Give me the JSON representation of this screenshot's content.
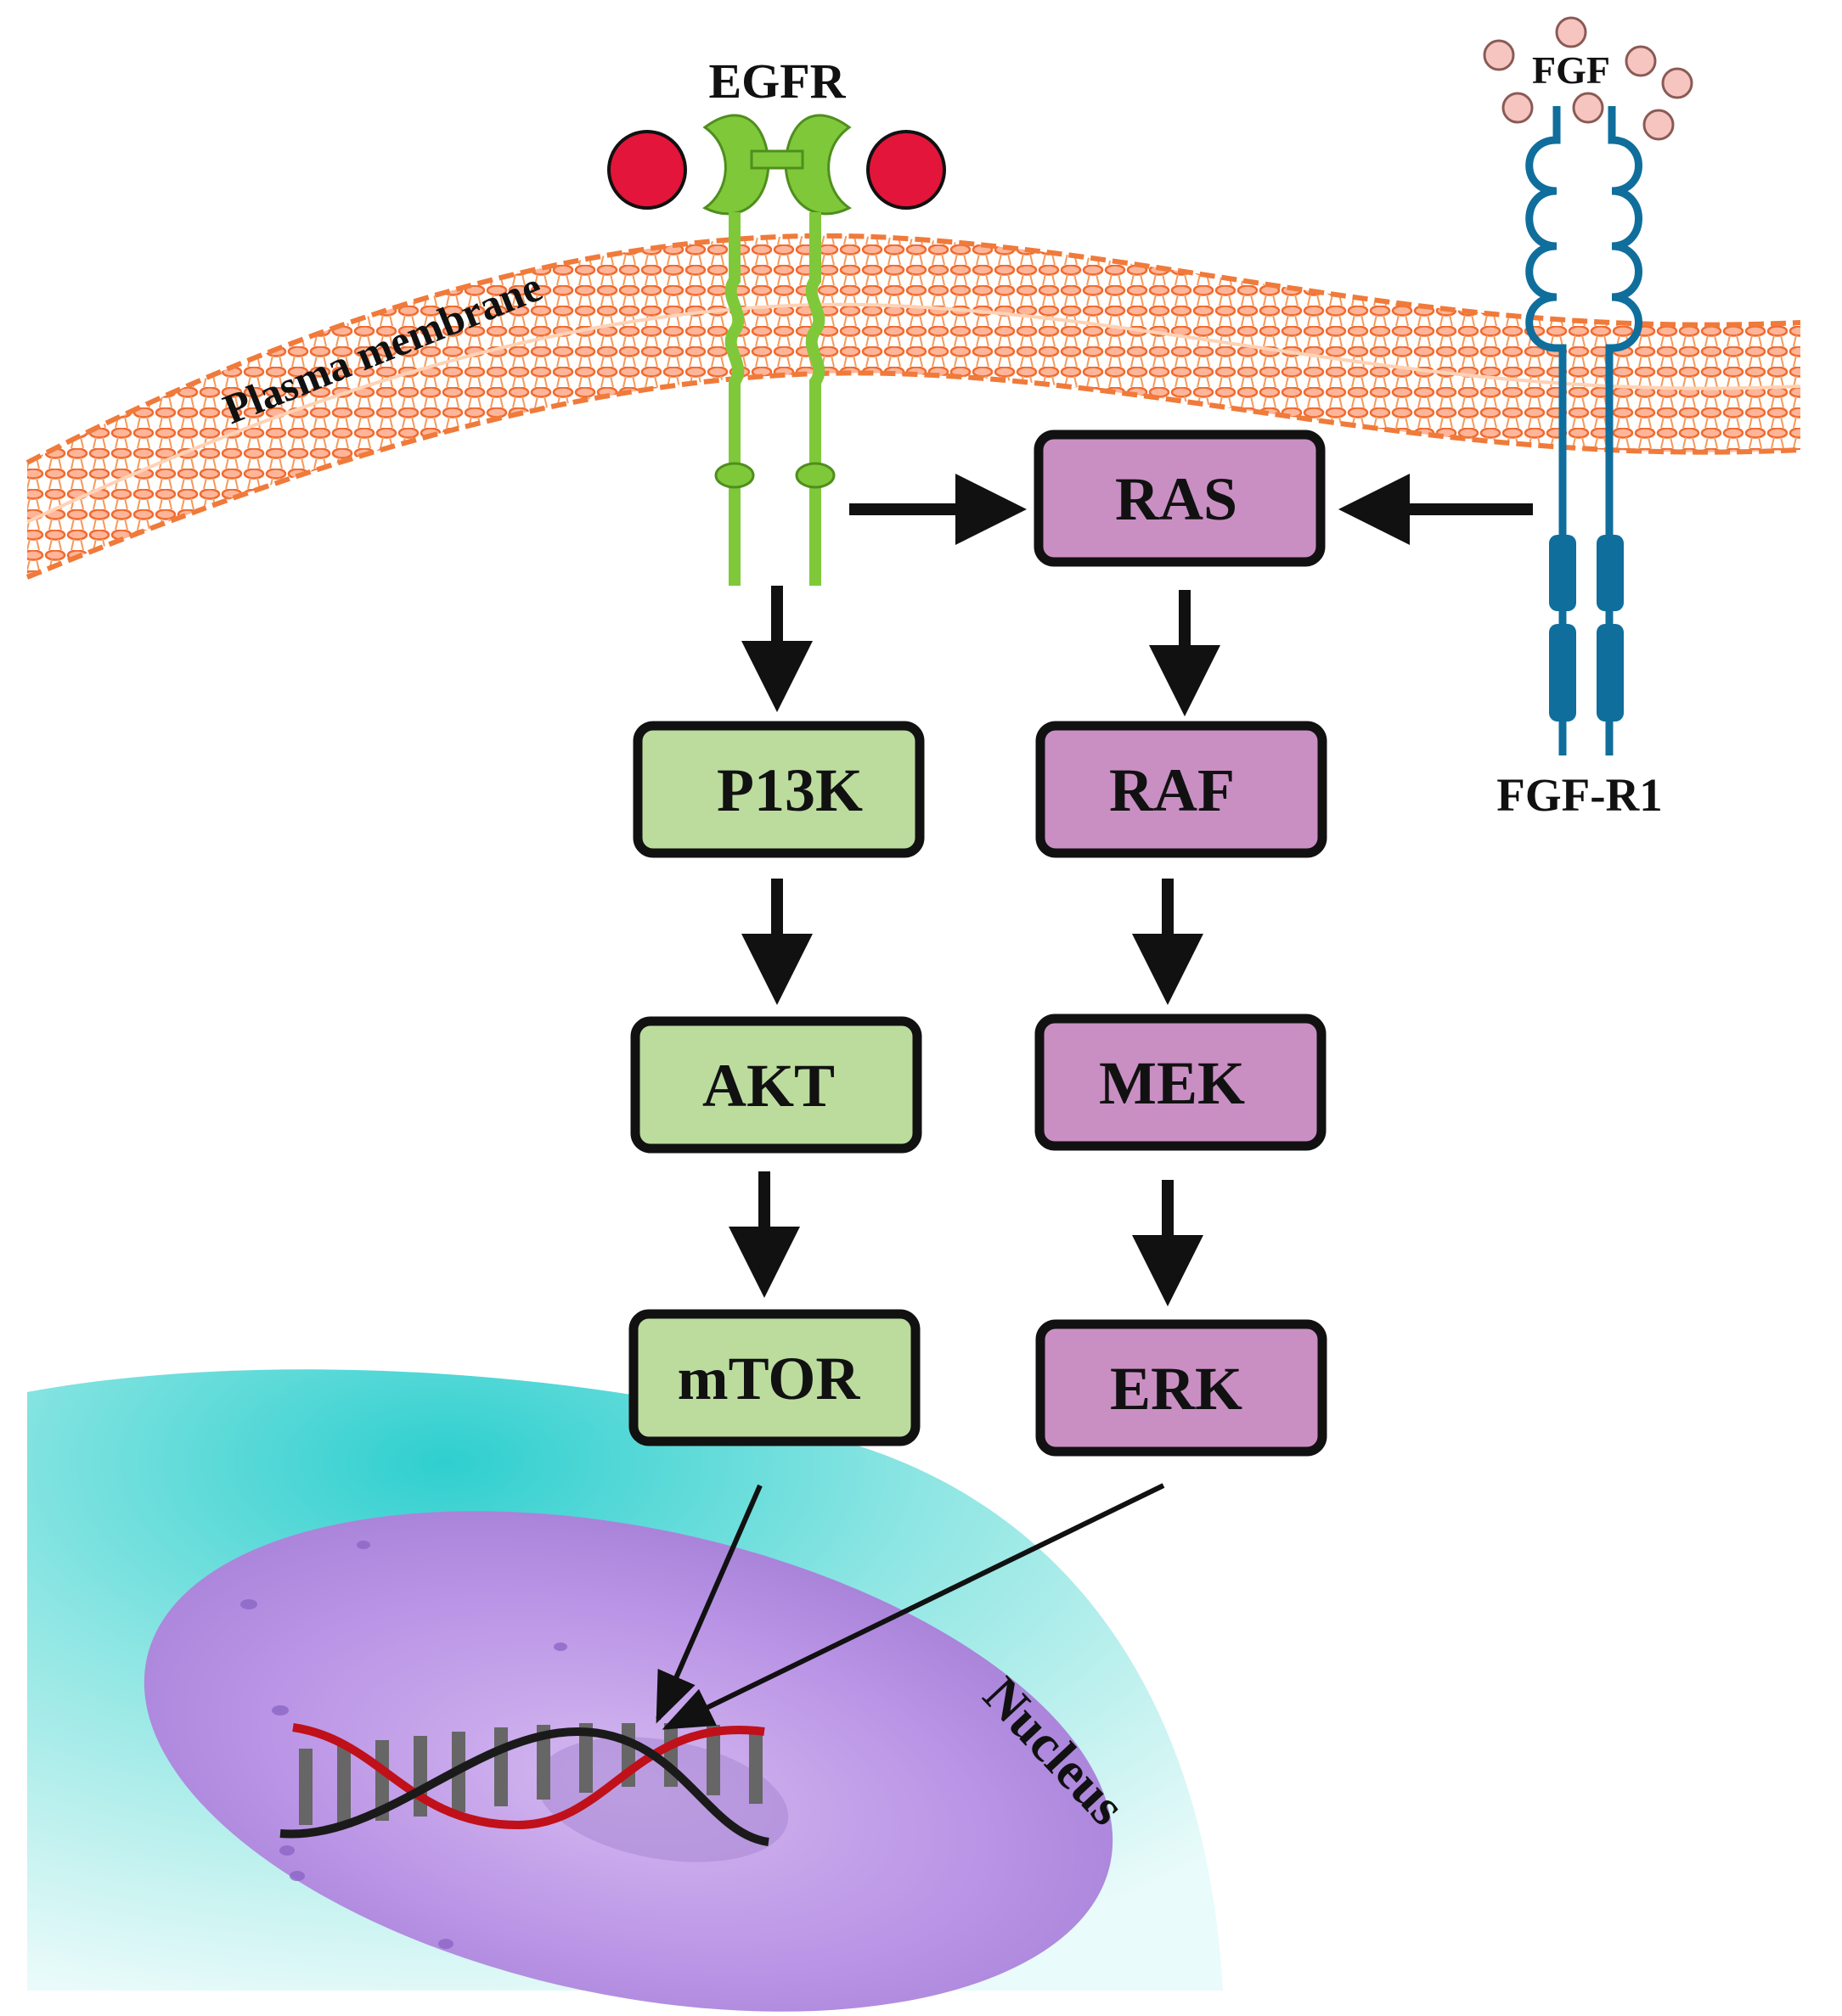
{
  "labels": {
    "egfr": "EGFR",
    "fgf": "FGF",
    "fgfr1": "FGF-R1",
    "membrane": "Plasma membrane",
    "nucleus": "Nucleus"
  },
  "nodes": {
    "ras": "RAS",
    "raf": "RAF",
    "mek": "MEK",
    "erk": "ERK",
    "pi3k": "P13K",
    "akt": "AKT",
    "mtor": "mTOR"
  },
  "colors": {
    "pi3k_pathway_fill": "#bcdc9e",
    "mapk_pathway_fill": "#c98fc3",
    "membrane": "#f07a3a",
    "egf_ligand": "#e4153a",
    "egfr_receptor": "#7fc83a",
    "fgf_ligand": "#f6c5c0",
    "fgfr_receptor": "#0f6e9c",
    "cytoplasm": "#5fd8d8",
    "nucleus": "#b58ce0",
    "dna_strand_1": "#1a1a1a",
    "dna_strand_2": "#c0101a"
  }
}
